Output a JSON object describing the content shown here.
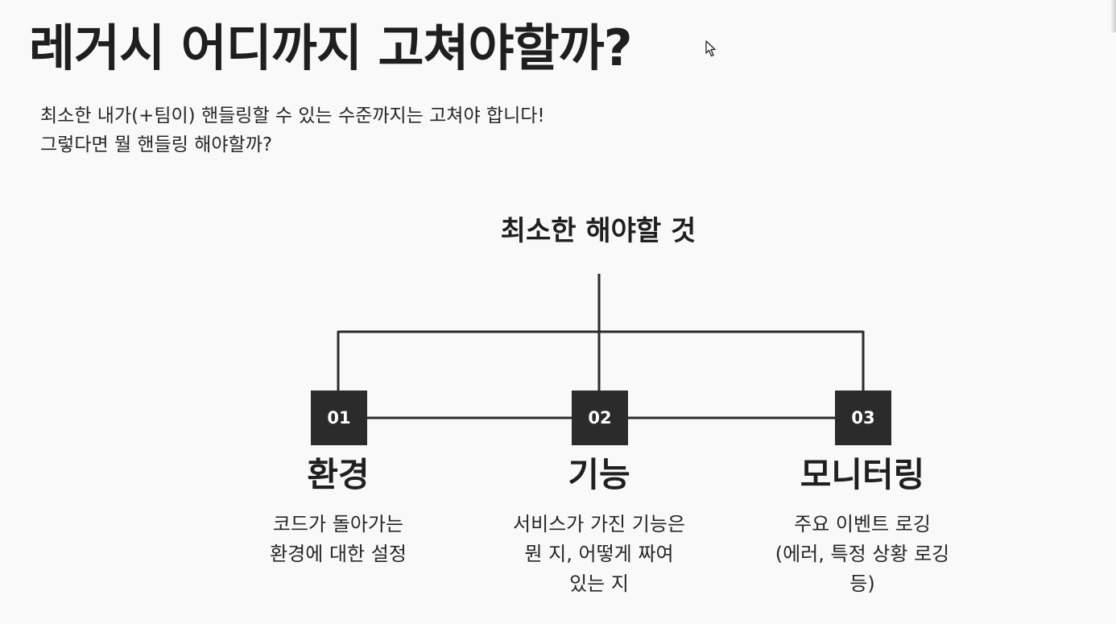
{
  "slide": {
    "title": "레거시 어디까지 고쳐야할까?",
    "subtitle": [
      "최소한 내가(+팀이) 핸들링할 수 있는 수준까지는 고쳐야 합니다!",
      "그렇다면 뭘 핸들링 해야할까?"
    ]
  },
  "diagram": {
    "heading": "최소한 해야할 것",
    "nodes": [
      {
        "number": "01",
        "title": "환경",
        "description": [
          "코드가 돌아가는",
          "환경에 대한 설정"
        ]
      },
      {
        "number": "02",
        "title": "기능",
        "description": [
          "서비스가 가진 기능은",
          "뭔 지, 어떻게 짜여",
          "있는 지"
        ]
      },
      {
        "number": "03",
        "title": "모니터링",
        "description": [
          "주요 이벤트 로깅",
          "(에러, 특정 상황 로깅",
          "등)"
        ]
      }
    ]
  },
  "colors": {
    "background": "#f9f9f9",
    "box": "#2b2b2b",
    "line": "#2b2b2b",
    "text": "#1f1f1f"
  },
  "icons": {
    "cursor": "mouse-pointer-icon"
  }
}
